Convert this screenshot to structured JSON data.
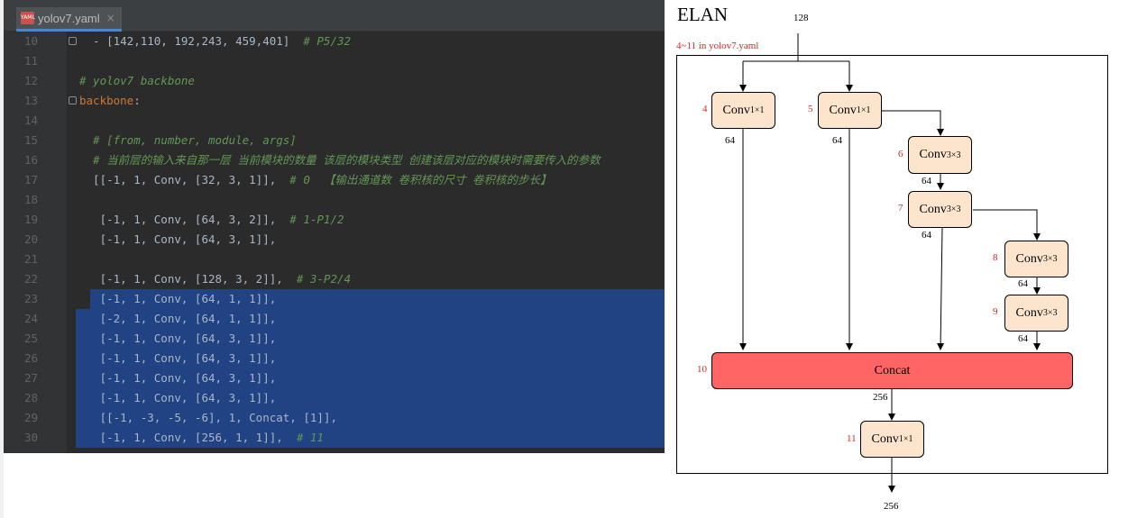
{
  "editor": {
    "tab": {
      "icon": "YAML",
      "filename": "yolov7.yaml",
      "close": "×"
    },
    "lines": [
      {
        "num": "10",
        "parts": [
          {
            "t": "  - [142,110, 192,243, 459,401]  ",
            "c": ""
          },
          {
            "t": "# P5/32",
            "c": "comment"
          }
        ]
      },
      {
        "num": "11",
        "parts": []
      },
      {
        "num": "12",
        "parts": [
          {
            "t": "# yolov7 backbone",
            "c": "comment"
          }
        ]
      },
      {
        "num": "13",
        "parts": [
          {
            "t": "backbone",
            "c": "key"
          },
          {
            "t": ":",
            "c": ""
          }
        ]
      },
      {
        "num": "14",
        "parts": []
      },
      {
        "num": "15",
        "parts": [
          {
            "t": "  # [from, number, module, args]",
            "c": "comment"
          }
        ]
      },
      {
        "num": "16",
        "parts": [
          {
            "t": "  # 当前层的输入来自那一层 当前模块的数量 该层的模块类型 创建该层对应的模块时需要传入的参数",
            "c": "comment"
          }
        ]
      },
      {
        "num": "17",
        "parts": [
          {
            "t": "  [[-1, 1, Conv, [32, 3, 1]],  ",
            "c": ""
          },
          {
            "t": "# 0  【输出通道数 卷积核的尺寸 卷积核的步长】",
            "c": "comment"
          }
        ]
      },
      {
        "num": "18",
        "parts": []
      },
      {
        "num": "19",
        "parts": [
          {
            "t": "   [-1, 1, Conv, [64, 3, 2]],  ",
            "c": ""
          },
          {
            "t": "# 1-P1/2",
            "c": "comment"
          }
        ]
      },
      {
        "num": "20",
        "parts": [
          {
            "t": "   [-1, 1, Conv, [64, 3, 1]],",
            "c": ""
          }
        ]
      },
      {
        "num": "21",
        "parts": []
      },
      {
        "num": "22",
        "parts": [
          {
            "t": "   [-1, 1, Conv, [128, 3, 2]],  ",
            "c": ""
          },
          {
            "t": "# 3-P2/4",
            "c": "comment"
          }
        ]
      },
      {
        "num": "23",
        "parts": [
          {
            "t": "   [-1, 1, Conv, [64, 1, 1]],",
            "c": ""
          }
        ]
      },
      {
        "num": "24",
        "parts": [
          {
            "t": "   [-2, 1, Conv, [64, 1, 1]],",
            "c": ""
          }
        ]
      },
      {
        "num": "25",
        "parts": [
          {
            "t": "   [-1, 1, Conv, [64, 3, 1]],",
            "c": ""
          }
        ]
      },
      {
        "num": "26",
        "parts": [
          {
            "t": "   [-1, 1, Conv, [64, 3, 1]],",
            "c": ""
          }
        ]
      },
      {
        "num": "27",
        "parts": [
          {
            "t": "   [-1, 1, Conv, [64, 3, 1]],",
            "c": ""
          }
        ]
      },
      {
        "num": "28",
        "parts": [
          {
            "t": "   [-1, 1, Conv, [64, 3, 1]],",
            "c": ""
          }
        ]
      },
      {
        "num": "29",
        "parts": [
          {
            "t": "   [[-1, -3, -5, -6], 1, Concat, [1]],",
            "c": ""
          }
        ]
      },
      {
        "num": "30",
        "parts": [
          {
            "t": "   [-1, 1, Conv, [256, 1, 1]],  ",
            "c": ""
          },
          {
            "t": "# 11",
            "c": "comment"
          }
        ]
      }
    ],
    "selected_from": "23",
    "selected_to": "30"
  },
  "diagram": {
    "title": "ELAN",
    "subtitle": "4~11 in yolov7.yaml",
    "input_label": "128",
    "output_label": "256",
    "nodes": [
      {
        "id": "4",
        "op": "Conv",
        "sub": "1×1",
        "out": "64"
      },
      {
        "id": "5",
        "op": "Conv",
        "sub": "1×1",
        "out": "64"
      },
      {
        "id": "6",
        "op": "Conv",
        "sub": "3×3",
        "out": "64"
      },
      {
        "id": "7",
        "op": "Conv",
        "sub": "3×3",
        "out": "64"
      },
      {
        "id": "8",
        "op": "Conv",
        "sub": "3×3",
        "out": "64"
      },
      {
        "id": "9",
        "op": "Conv",
        "sub": "3×3",
        "out": "64"
      },
      {
        "id": "10",
        "op": "Concat",
        "sub": "",
        "out": "256"
      },
      {
        "id": "11",
        "op": "Conv",
        "sub": "1×1",
        "out": ""
      }
    ]
  }
}
